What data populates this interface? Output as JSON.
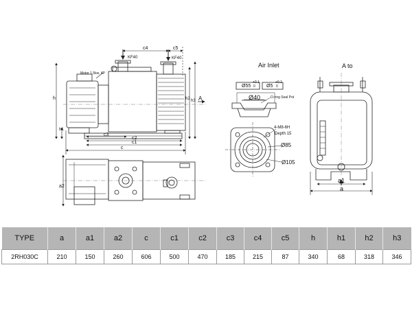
{
  "views": {
    "air_inlet_title": "Air Inlet",
    "a_to_title": "A to"
  },
  "side_view": {
    "motor_label": "Motor 1.5kw, 4P",
    "kf40_left": "KF40",
    "kf40_right": "KF40",
    "dim_c4": "c4",
    "dim_c5": "c5",
    "dim_c3": "c3",
    "dim_c2": "c2",
    "dim_c1": "c1",
    "dim_c": "c",
    "dim_h": "h",
    "dim_h1": "h1",
    "dim_h2": "h2",
    "dim_h3": "h3",
    "arrow_a": "A"
  },
  "top_view": {
    "dim_a2": "a2"
  },
  "air_inlet": {
    "dia55": "Ø55",
    "tol55_upper": "+0.1",
    "tol55_lower": "0",
    "dia5": "Ø5",
    "tol5_upper": "+0.1",
    "tol5_lower": "0",
    "dia40": "Ø40",
    "o_ring": "O-ring Seal Pot",
    "bolt_spec": "4-M8-6H",
    "depth": "Depth 15",
    "dia85": "Ø85",
    "dia105": "Ø105"
  },
  "end_view": {
    "dim_a1": "a1",
    "dim_a": "a"
  },
  "spec_table": {
    "headers": [
      "TYPE",
      "a",
      "a1",
      "a2",
      "c",
      "c1",
      "c2",
      "c3",
      "c4",
      "c5",
      "h",
      "h1",
      "h2",
      "h3"
    ],
    "row": [
      "2RH030C",
      "210",
      "150",
      "260",
      "606",
      "500",
      "470",
      "185",
      "215",
      "87",
      "340",
      "68",
      "318",
      "346"
    ]
  }
}
